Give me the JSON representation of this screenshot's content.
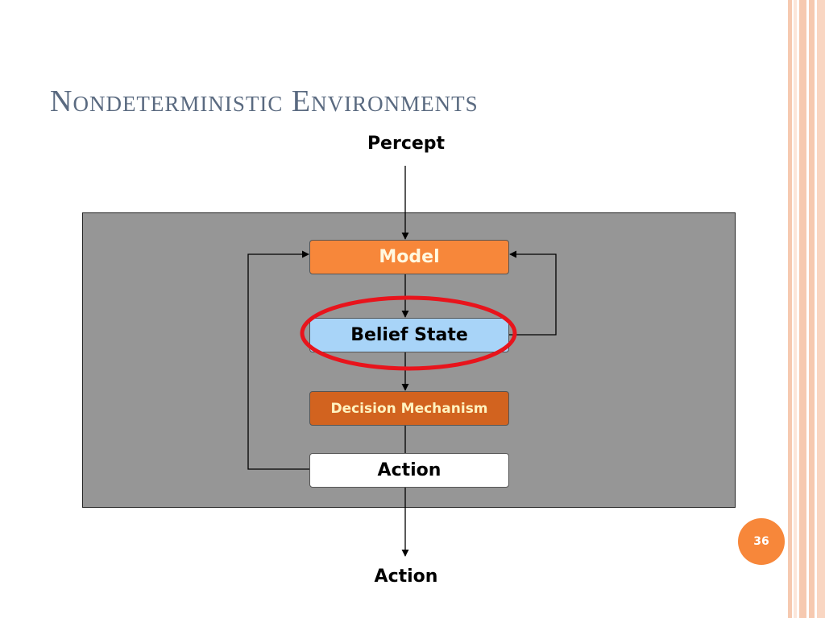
{
  "title": "Nondeterministic Environments",
  "diagram": {
    "percept_label": "Percept",
    "output_label": "Action",
    "boxes": {
      "model": "Model",
      "belief_state": "Belief State",
      "decision": "Decision Mechanism",
      "action": "Action"
    },
    "highlight_color": "#e8141c"
  },
  "page_number": "36",
  "colors": {
    "title": "#5a6a80",
    "accent": "#f7873a",
    "panel": "#969696",
    "belief_fill": "#a8d4f8",
    "decision_fill": "#d2631f"
  }
}
